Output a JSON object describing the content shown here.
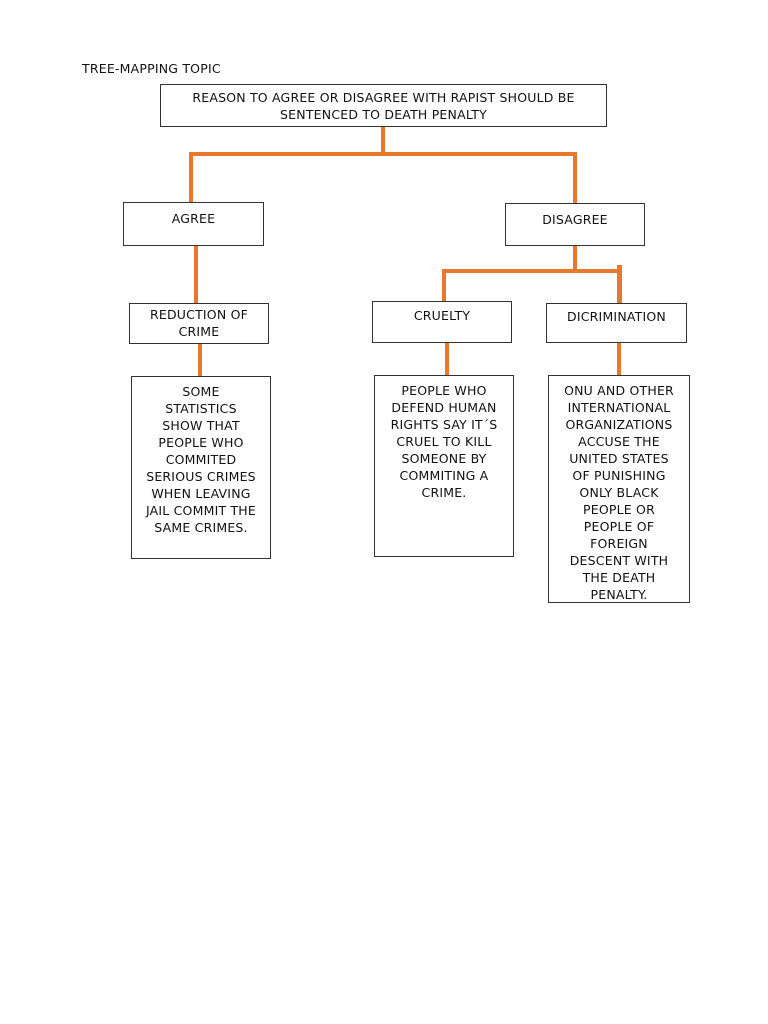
{
  "title": "TREE-MAPPING TOPIC",
  "colors": {
    "connector": "#E9772E",
    "box_border": "#333333",
    "text": "#111111",
    "page_background": "#FFFFFF"
  },
  "nodes": {
    "root": {
      "label": "REASON TO AGREE OR DISAGREE WITH RAPIST SHOULD BE\nSENTENCED TO DEATH PENALTY"
    },
    "agree": {
      "label": "AGREE"
    },
    "disagree": {
      "label": "DISAGREE"
    },
    "reduction_of_crime": {
      "label": "REDUCTION OF\nCRIME"
    },
    "cruelty": {
      "label": "CRUELTY"
    },
    "discrimination": {
      "label": "DICRIMINATION"
    },
    "reduction_detail": {
      "label": "SOME\nSTATISTICS\nSHOW THAT\nPEOPLE WHO\nCOMMITED\nSERIOUS CRIMES\nWHEN LEAVING\nJAIL COMMIT THE\nSAME CRIMES."
    },
    "cruelty_detail": {
      "label": "PEOPLE WHO\nDEFEND HUMAN\nRIGHTS SAY IT´S\nCRUEL TO KILL\nSOMEONE BY\nCOMMITING A\nCRIME."
    },
    "discrimination_detail": {
      "label": "ONU AND OTHER\nINTERNATIONAL\nORGANIZATIONS\nACCUSE THE\nUNITED STATES\nOF PUNISHING\nONLY BLACK\nPEOPLE OR\nPEOPLE OF\nFOREIGN\nDESCENT WITH\nTHE DEATH\nPENALTY."
    }
  }
}
